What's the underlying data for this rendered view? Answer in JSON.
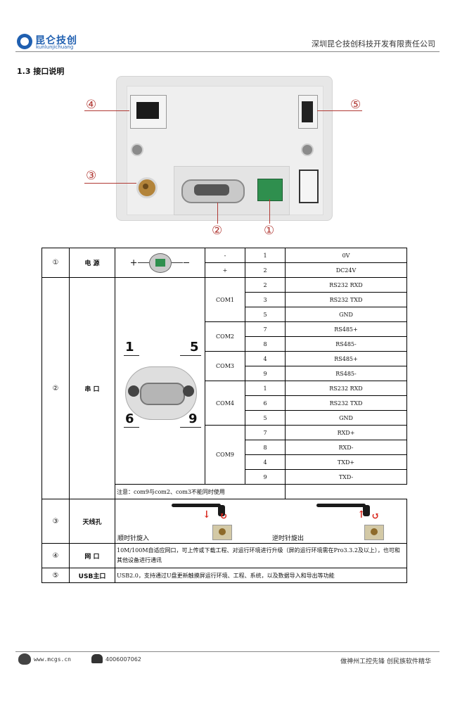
{
  "header": {
    "logo_cn": "昆仑技创",
    "logo_en": "kunlunjichuang",
    "company": "深圳昆仑技创科技开发有限责任公司"
  },
  "section": {
    "title": "1.3  接口说明"
  },
  "markers": [
    "①",
    "②",
    "③",
    "④",
    "⑤"
  ],
  "table": {
    "power": {
      "id": "①",
      "label": "电   源",
      "plus": "+",
      "minus": "−",
      "rows": [
        {
          "sign": "-",
          "pin": "1",
          "signal": "0V"
        },
        {
          "sign": "+",
          "pin": "2",
          "signal": "DC24V"
        }
      ]
    },
    "serial": {
      "id": "②",
      "label": "串   口",
      "pins": {
        "p1": "1",
        "p5": "5",
        "p6": "6",
        "p9": "9"
      },
      "groups": [
        {
          "name": "COM1",
          "rows": [
            {
              "pin": "2",
              "signal": "RS232 RXD"
            },
            {
              "pin": "3",
              "signal": "RS232 TXD"
            },
            {
              "pin": "5",
              "signal": "GND"
            }
          ]
        },
        {
          "name": "COM2",
          "rows": [
            {
              "pin": "7",
              "signal": "RS485+"
            },
            {
              "pin": "8",
              "signal": "RS485-"
            }
          ]
        },
        {
          "name": "COM3",
          "rows": [
            {
              "pin": "4",
              "signal": "RS485+"
            },
            {
              "pin": "9",
              "signal": "RS485-"
            }
          ]
        },
        {
          "name": "COM4",
          "rows": [
            {
              "pin": "1",
              "signal": "RS232 RXD"
            },
            {
              "pin": "6",
              "signal": "RS232 TXD"
            },
            {
              "pin": "5",
              "signal": "GND"
            }
          ]
        },
        {
          "name": "COM9",
          "rows": [
            {
              "pin": "7",
              "signal": "RXD+"
            },
            {
              "pin": "8",
              "signal": "RXD-"
            },
            {
              "pin": "4",
              "signal": "TXD+"
            },
            {
              "pin": "9",
              "signal": "TXD-"
            }
          ]
        }
      ],
      "note": "注意：com9与com2、com3不能同时使用"
    },
    "antenna": {
      "id": "③",
      "label": "天线孔",
      "cw": "顺时针旋入",
      "ccw": "逆时针旋出"
    },
    "network": {
      "id": "④",
      "label": "网   口",
      "desc": "10M/100M自适应网口，可上传或下载工程、对运行环境进行升级（屏的运行环境需在Pro3.3.2及以上），也可和其他设备进行通讯"
    },
    "usb": {
      "id": "⑤",
      "label": "USB主口",
      "desc": "USB2.0，支持通过U盘更新触摸屏运行环境、工程、系统，以及数据导入和导出等功能"
    }
  },
  "footer": {
    "website": "www.mcgs.cn",
    "phone": "4006007062",
    "slogan": "做神州工控先锋  创民族软件精华"
  }
}
